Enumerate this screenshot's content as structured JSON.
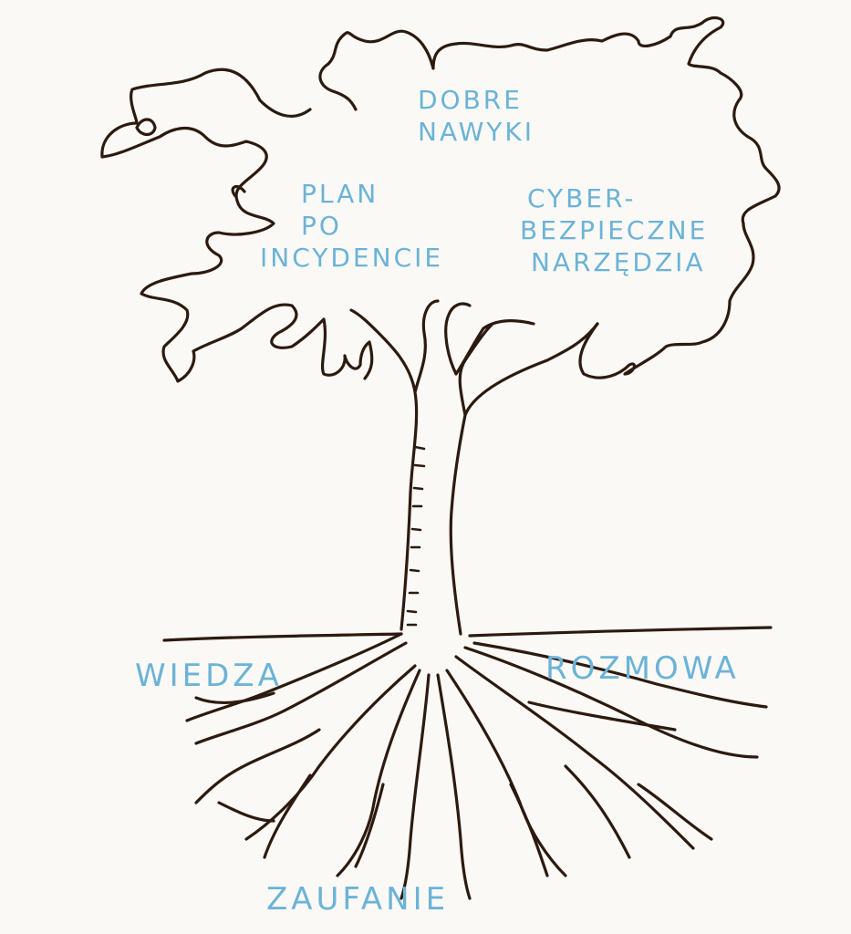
{
  "canopy_labels": {
    "dobre_nawyki": [
      "DOBRE",
      "NAWYKI"
    ],
    "plan": [
      "PLAN",
      "PO",
      "INCYDENCIE"
    ],
    "narzedzia": [
      "CYBER-",
      "BEZPIECZNE",
      "NARZĘDZIA"
    ]
  },
  "root_labels": {
    "left": "WIEDZA",
    "right": "ROZMOWA",
    "bottom": "ZAUFANIE"
  },
  "colors": {
    "ink": "#2d1a0f",
    "label": "#6cb3d7",
    "paper": "#faf9f6"
  }
}
